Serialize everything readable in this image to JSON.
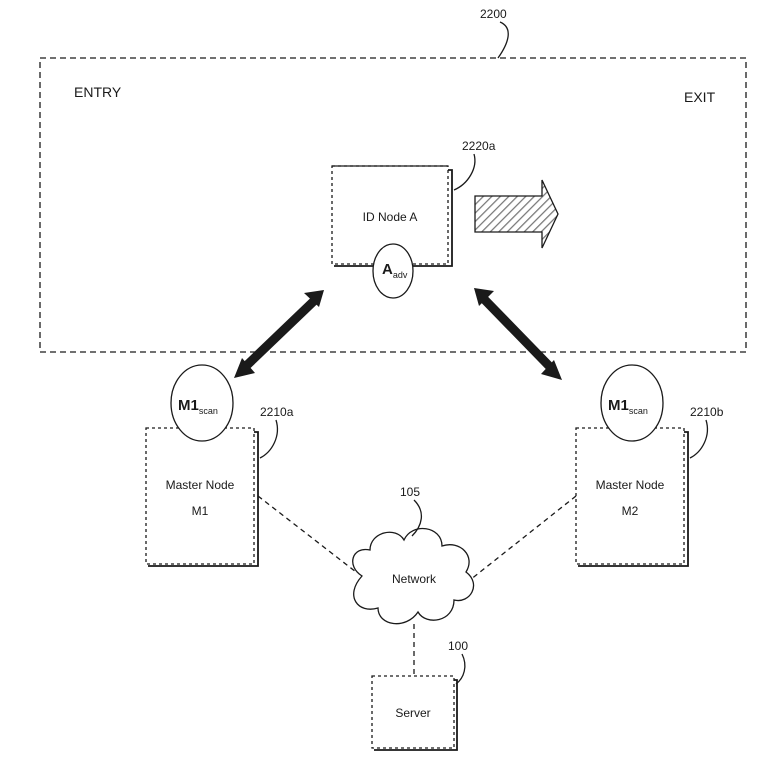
{
  "figure": {
    "ref_number": "2200",
    "entry_label": "ENTRY",
    "exit_label": "EXIT"
  },
  "id_node": {
    "label": "ID Node A",
    "ref": "2220a",
    "adv_main": "A",
    "adv_sub": "adv"
  },
  "master_nodes": [
    {
      "label_line1": "Master Node",
      "label_line2": "M1",
      "ref": "2210a",
      "scan_main": "M1",
      "scan_sub": "scan"
    },
    {
      "label_line1": "Master Node",
      "label_line2": "M2",
      "ref": "2210b",
      "scan_main": "M1",
      "scan_sub": "scan"
    }
  ],
  "network": {
    "label": "Network",
    "ref": "105"
  },
  "server": {
    "label": "Server",
    "ref": "100"
  },
  "colors": {
    "line": "#1a1a1a",
    "background": "#ffffff",
    "hatch": "#777777"
  }
}
